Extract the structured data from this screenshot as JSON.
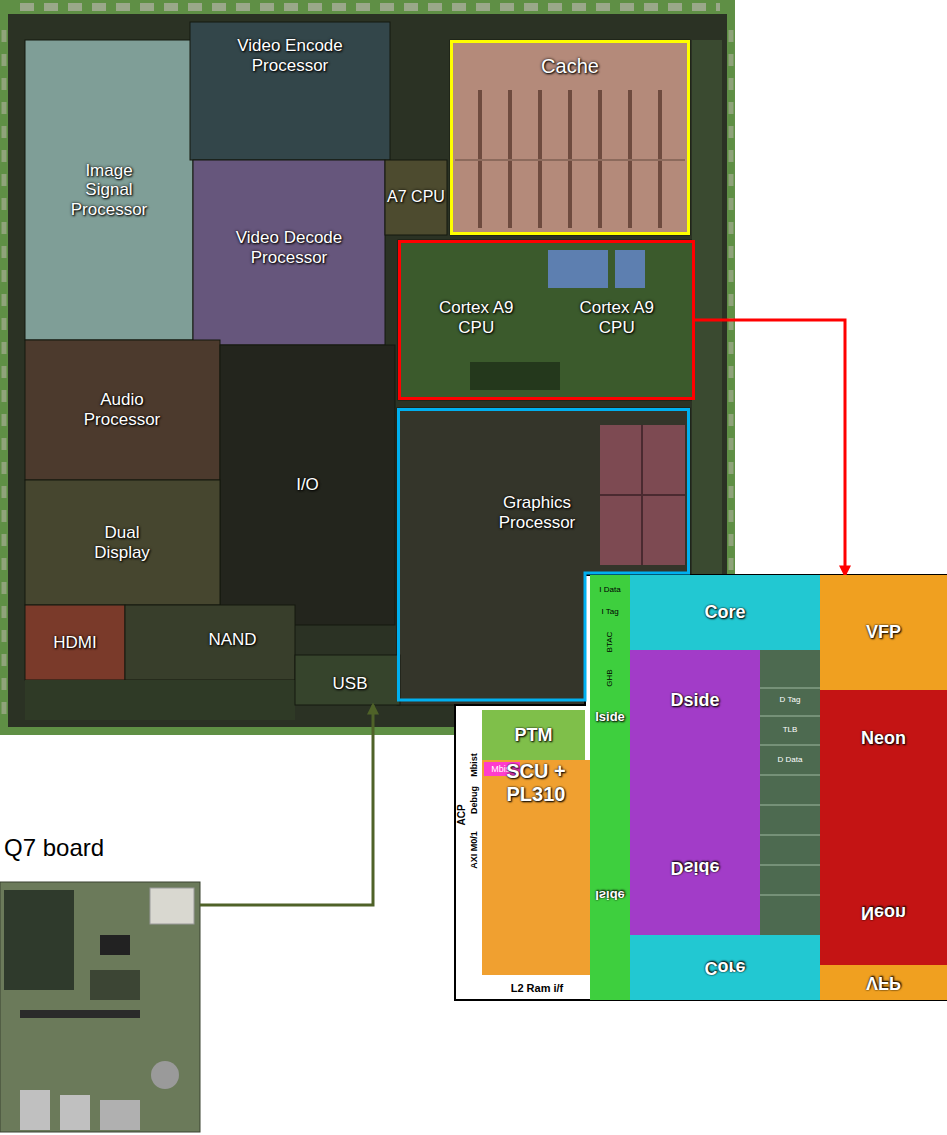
{
  "diagram": {
    "nodes": [
      {
        "text": [
          "Video Encode Processor"
        ]
      },
      {
        "text": [
          "Image Signal Processor"
        ]
      },
      {
        "text": [
          "Cache"
        ]
      },
      {
        "text": [
          "A7 CPU"
        ]
      },
      {
        "text": [
          "Video Decode Processor"
        ]
      },
      {
        "text": [
          "Cortex A9 CPU",
          "Cortex A9 CPU"
        ]
      },
      {
        "text": [
          "Audio Processor"
        ]
      },
      {
        "text": [
          "I/O"
        ]
      },
      {
        "text": [
          "Graphics Processor"
        ]
      },
      {
        "text": [
          "Dual Display"
        ]
      },
      {
        "text": [
          "HDMI"
        ]
      },
      {
        "text": [
          "NAND"
        ]
      },
      {
        "text": [
          "USB"
        ]
      },
      {
        "text": [
          "Q7 board"
        ]
      },
      {
        "text": [
          "PTM"
        ]
      },
      {
        "text": [
          "Core"
        ]
      },
      {
        "text": [
          "VFP"
        ]
      },
      {
        "text": [
          "Iside"
        ]
      },
      {
        "text": [
          "Dside"
        ]
      },
      {
        "text": [
          "Neon"
        ]
      },
      {
        "text": [
          "SCU + PL310"
        ]
      },
      {
        "text": [
          "Mbist"
        ],
        "in": 20
      },
      {
        "text": [
          "Dside"
        ]
      },
      {
        "text": [
          "Neon"
        ]
      },
      {
        "text": [
          "Iside"
        ]
      },
      {
        "text": [
          "Core"
        ]
      },
      {
        "text": [
          "VFP"
        ]
      }
    ],
    "edges": [
      {
        "from": 5,
        "to": 16,
        "arrow": "to"
      },
      {
        "from": 13,
        "to": 12,
        "arrow": "to"
      }
    ],
    "labels": [
      "ACP",
      "AXI M0/1",
      "Debug",
      "Mbist",
      "L2 Ram i/f",
      "I Data",
      "I Tag",
      "BTAC",
      "GHB",
      "D Tag",
      "TLB",
      "D Data"
    ]
  }
}
